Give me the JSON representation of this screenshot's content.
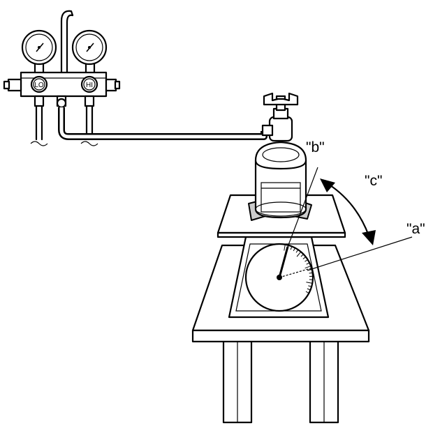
{
  "manifold": {
    "low_label": "LO",
    "high_label": "HI"
  },
  "callouts": {
    "a": "\"a\"",
    "b": "\"b\"",
    "c": "\"c\""
  }
}
